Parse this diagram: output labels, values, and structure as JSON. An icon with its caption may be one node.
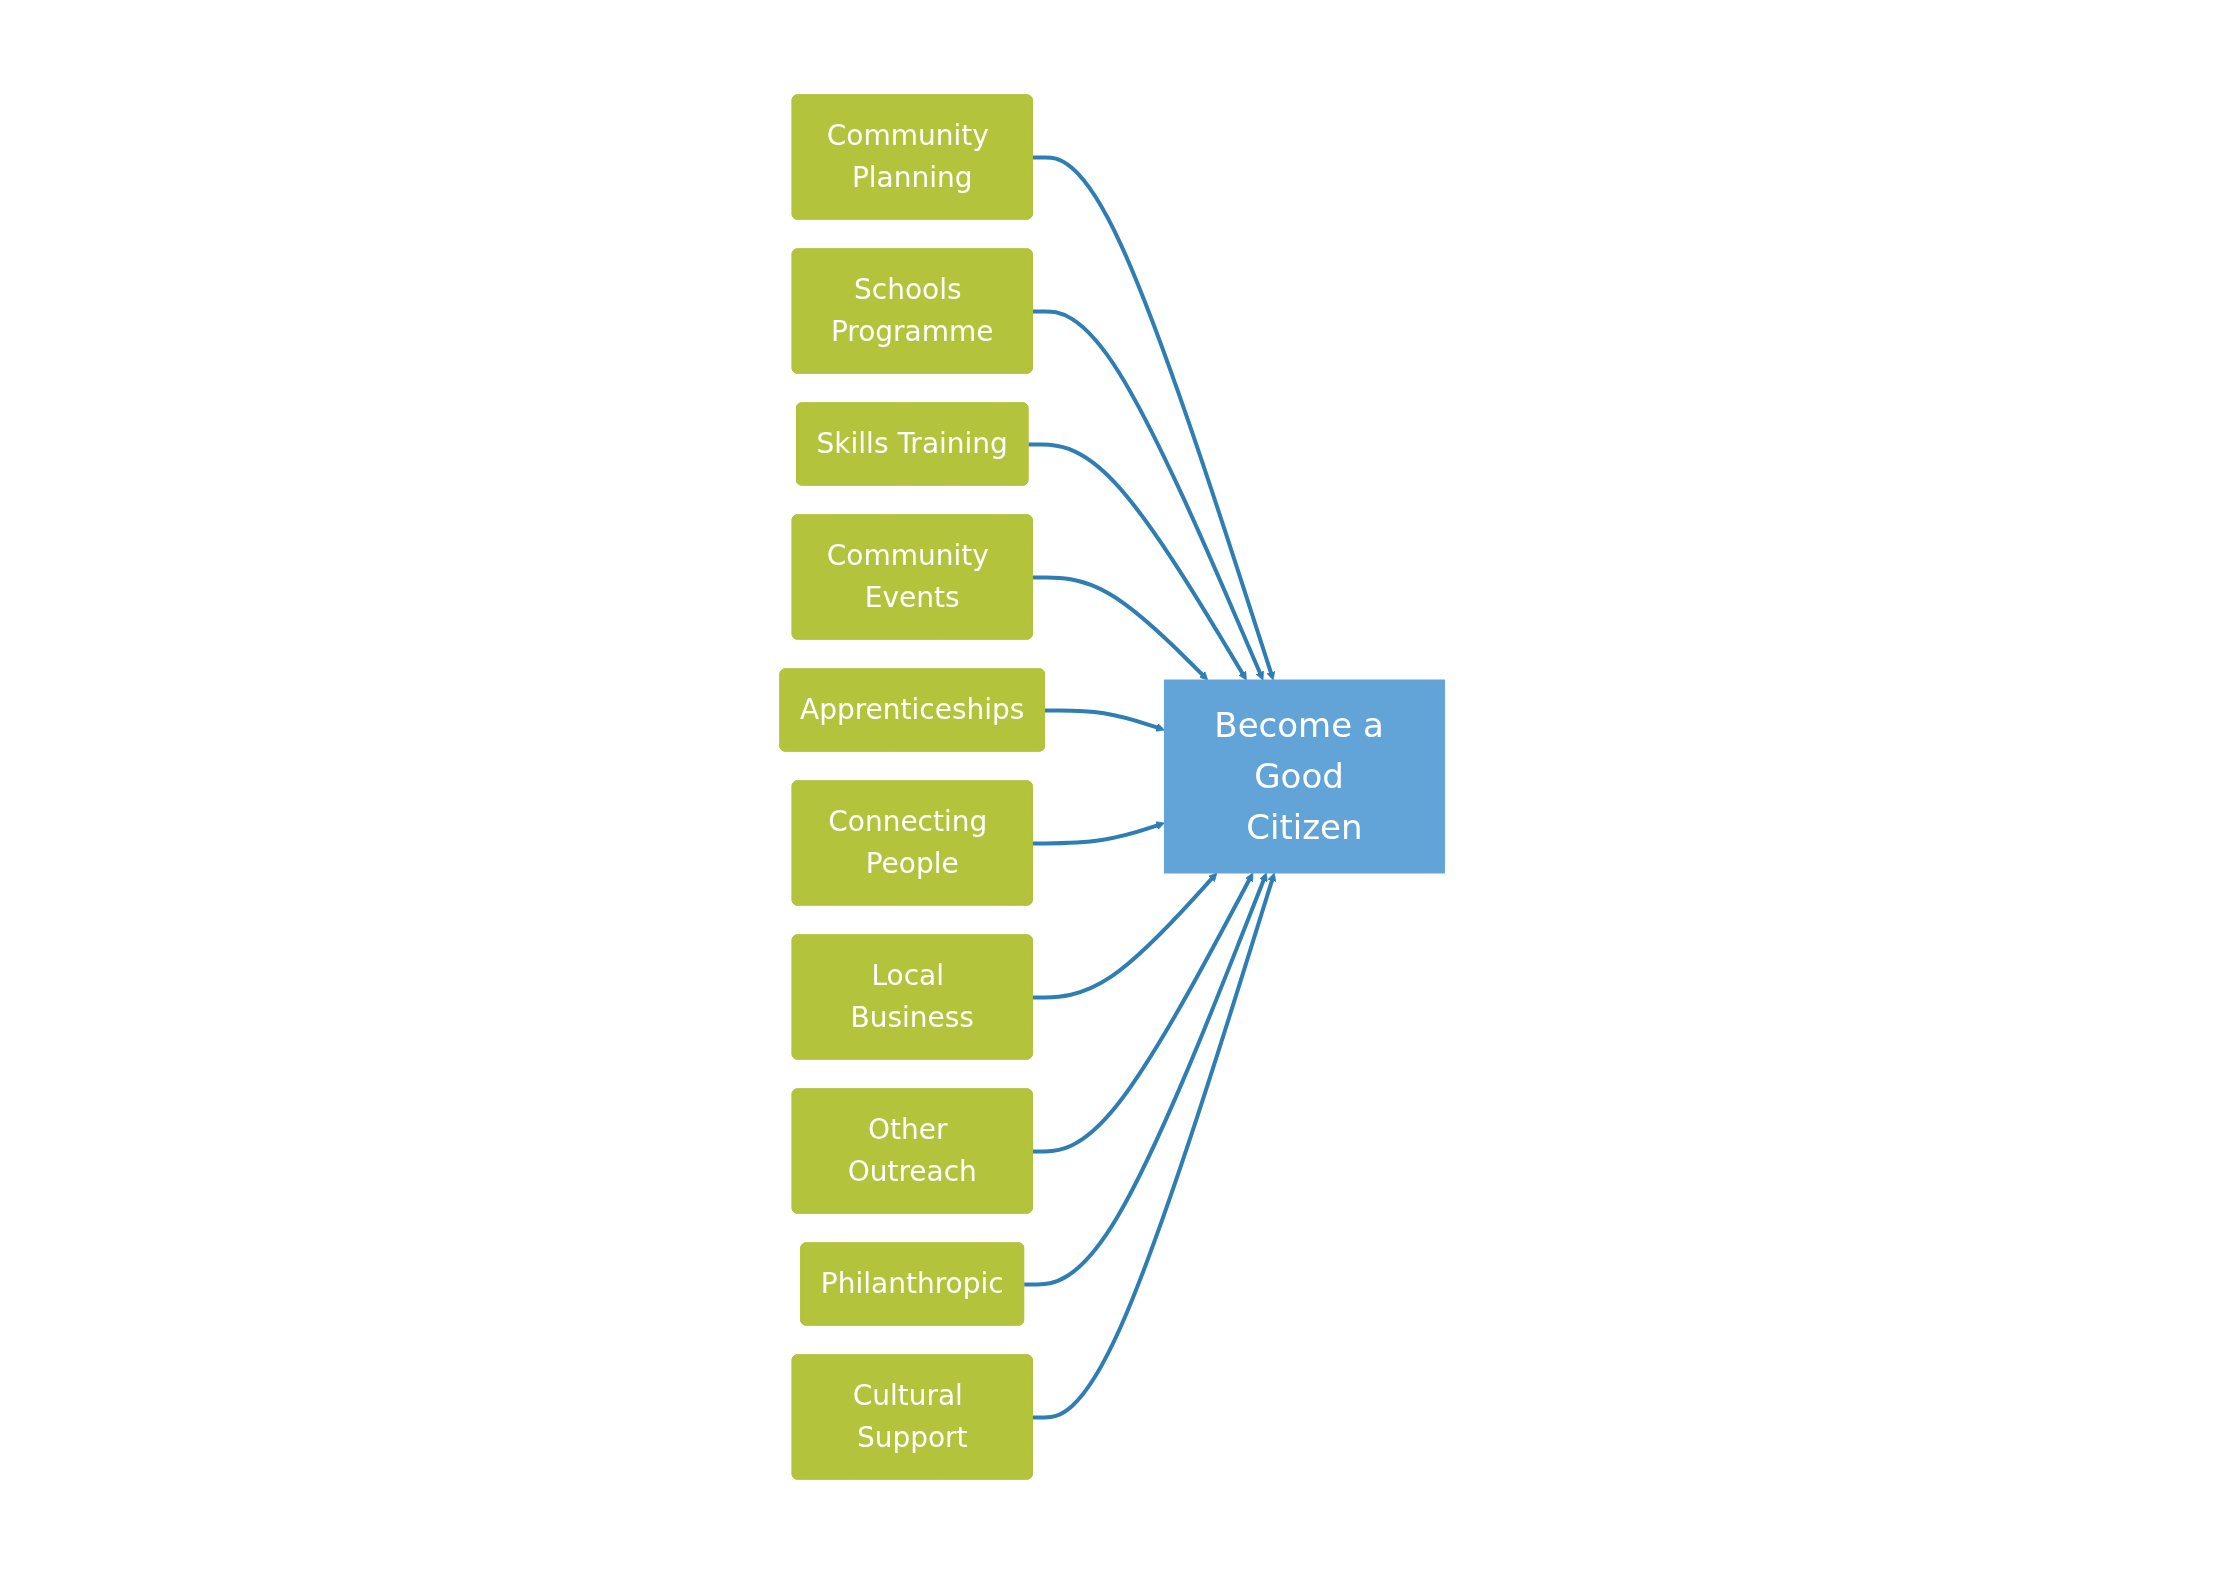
{
  "diagram": {
    "nodes": [
      {
        "text": [
          "Community Planning"
        ]
      },
      {
        "text": [
          "Become a Good Citizen"
        ]
      },
      {
        "text": [
          "Schools Programme"
        ]
      },
      {
        "text": [
          "Skills Training"
        ]
      },
      {
        "text": [
          "Community Events"
        ]
      },
      {
        "text": [
          "Apprenticeships"
        ]
      },
      {
        "text": [
          "Connecting People"
        ]
      },
      {
        "text": [
          "Local Business"
        ]
      },
      {
        "text": [
          "Other Outreach"
        ]
      },
      {
        "text": [
          "Philanthropic"
        ]
      },
      {
        "text": [
          "Cultural Support"
        ]
      }
    ],
    "edges": [
      {
        "from": 0,
        "to": 1,
        "arrow": "to"
      },
      {
        "from": 2,
        "to": 1,
        "arrow": "to"
      },
      {
        "from": 3,
        "to": 1,
        "arrow": "to"
      },
      {
        "from": 4,
        "to": 1,
        "arrow": "to"
      },
      {
        "from": 5,
        "to": 1,
        "arrow": "to"
      },
      {
        "from": 6,
        "to": 1,
        "arrow": "to"
      },
      {
        "from": 7,
        "to": 1,
        "arrow": "to"
      },
      {
        "from": 8,
        "to": 1,
        "arrow": "to"
      },
      {
        "from": 9,
        "to": 1,
        "arrow": "to"
      },
      {
        "from": 10,
        "to": 1,
        "arrow": "to"
      }
    ]
  }
}
